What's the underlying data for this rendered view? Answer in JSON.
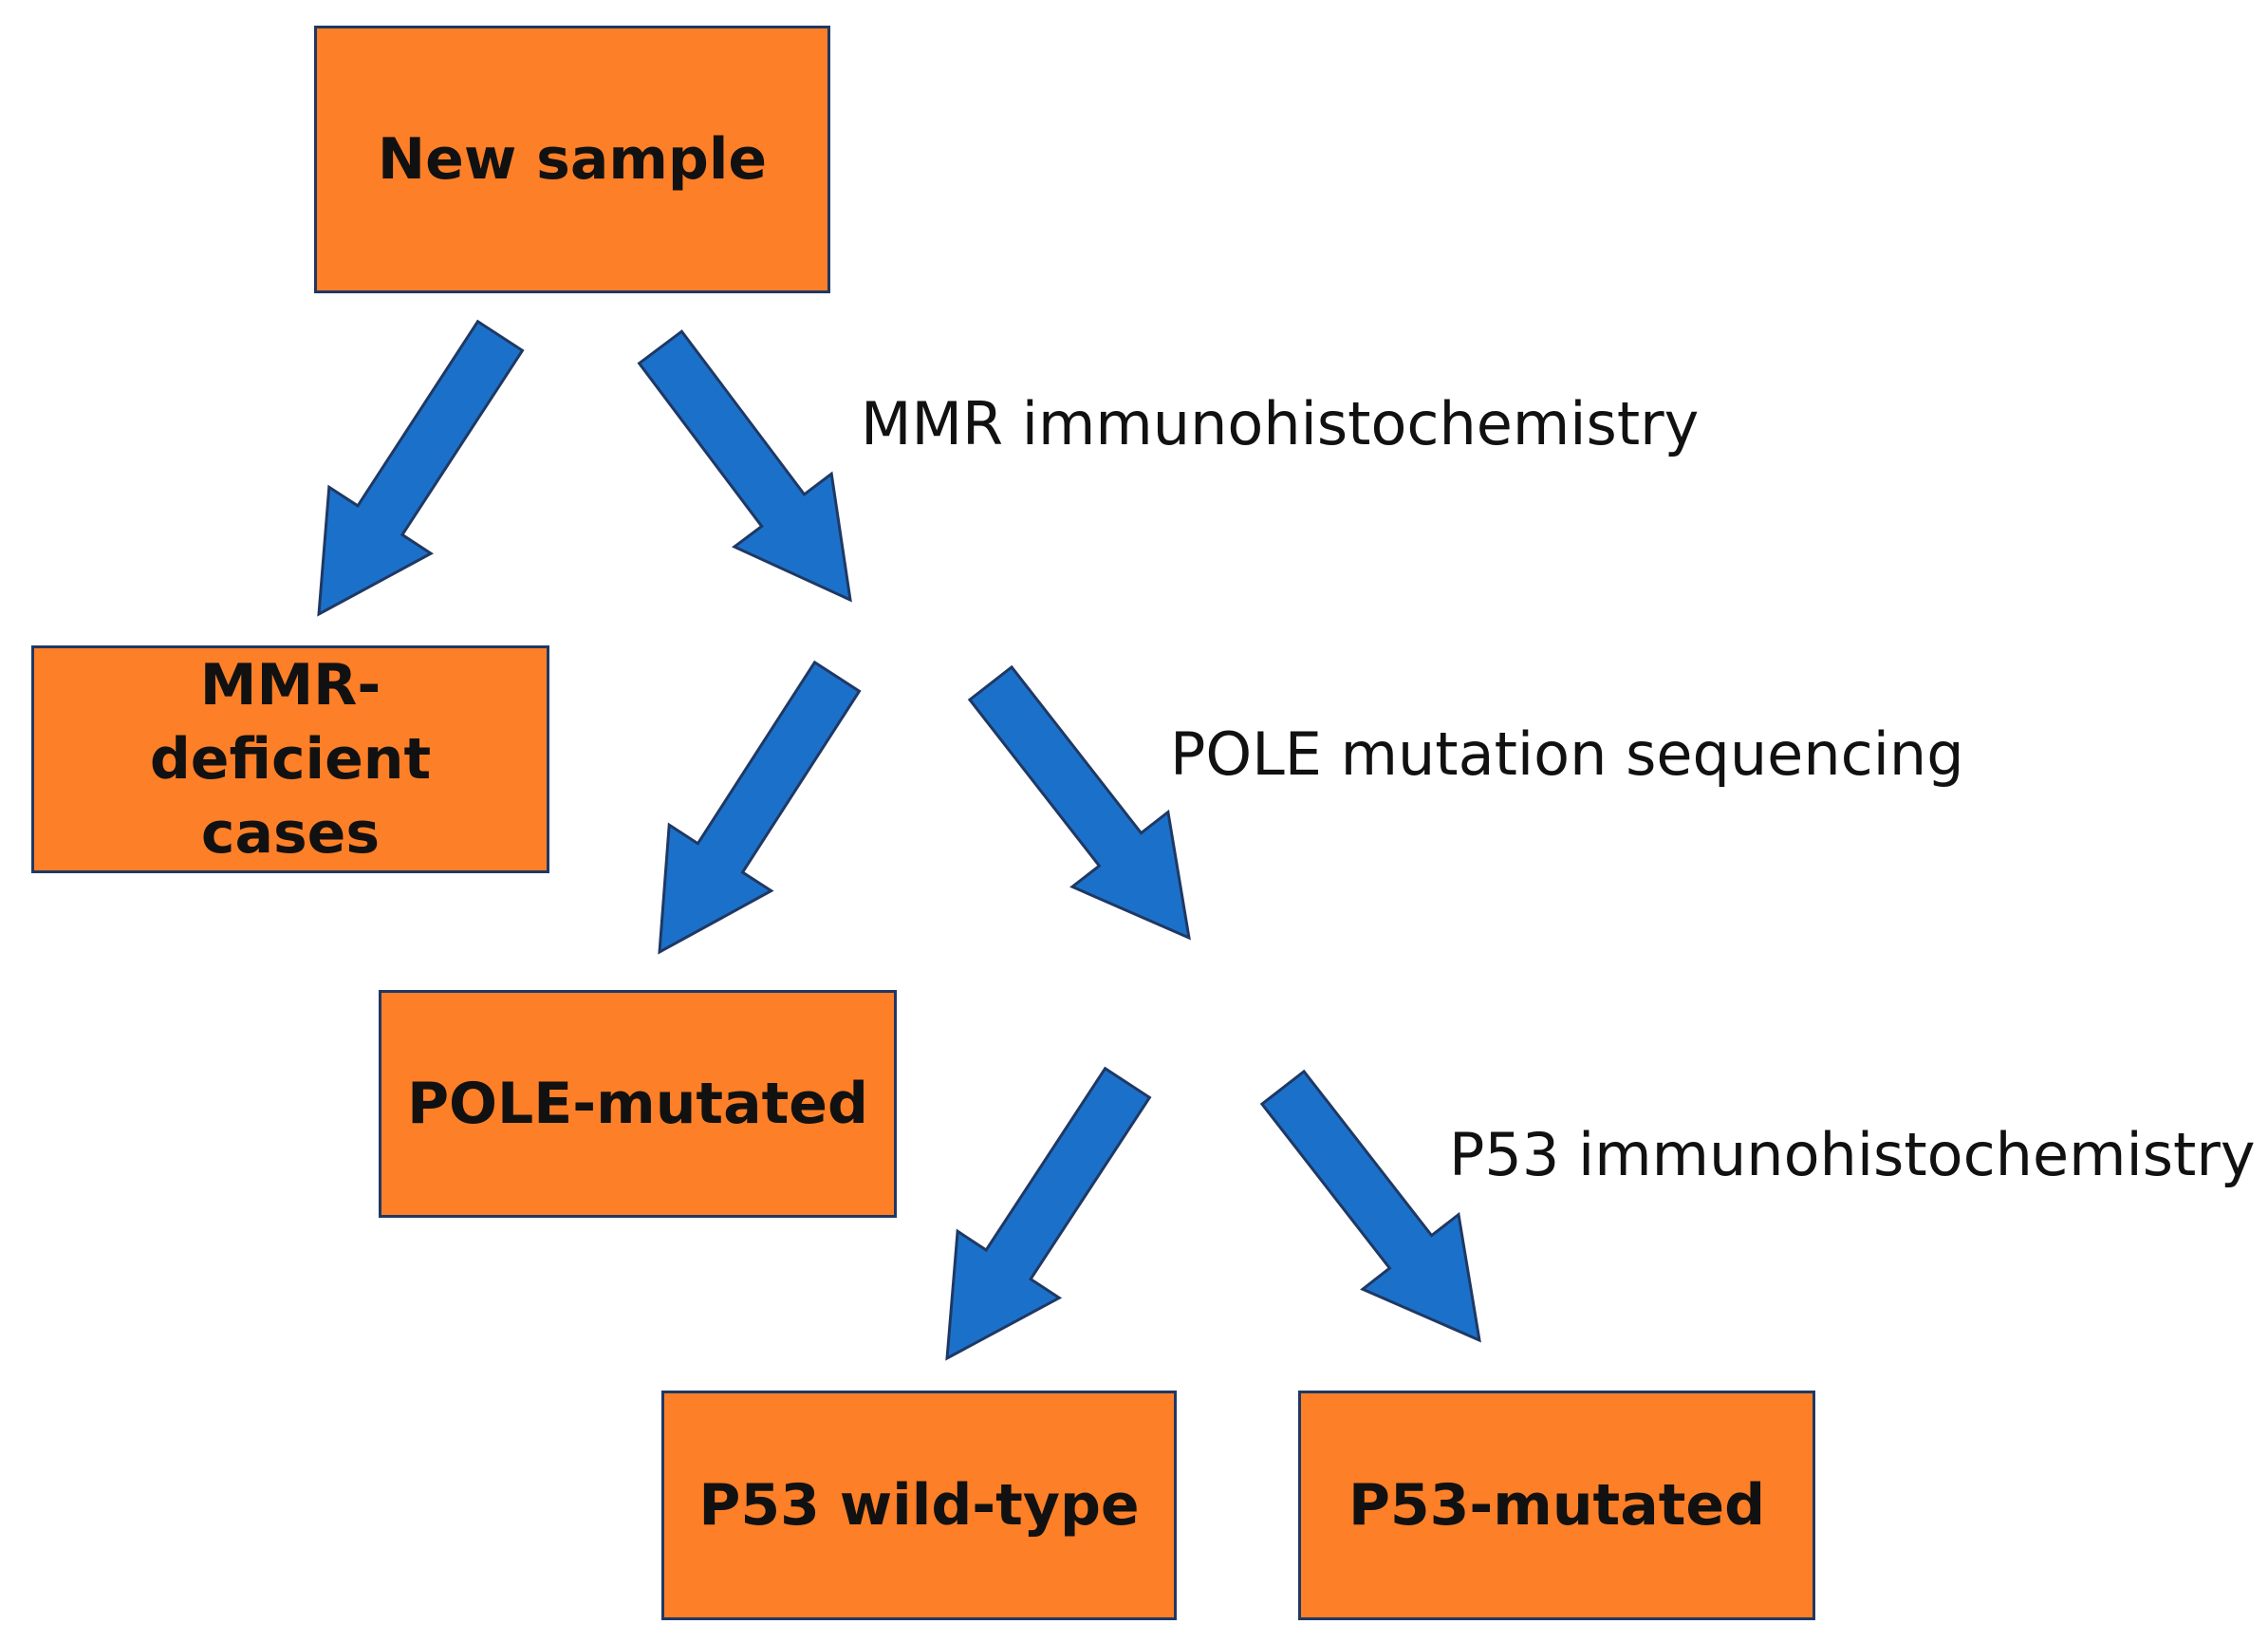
{
  "colors": {
    "box_fill": "#fd7f27",
    "box_border": "#1f3864",
    "arrow_fill": "#1b71c9",
    "arrow_border": "#1f3864"
  },
  "nodes": {
    "new_sample": "New sample",
    "mmr_deficient": "MMR-deficient cases",
    "pole_mutated": "POLE-mutated",
    "p53_wild_type": "P53 wild-type",
    "p53_mutated": "P53-mutated"
  },
  "steps": {
    "step1": "MMR immunohistochemistry",
    "step2": "POLE mutation sequencing",
    "step3": "P53 immunohistochemistry"
  }
}
